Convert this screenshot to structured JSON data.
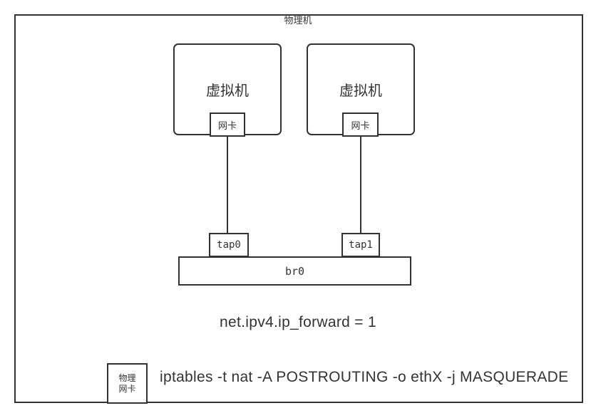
{
  "diagram": {
    "host": {
      "label": "物理机"
    },
    "vm1": {
      "label": "虚拟机",
      "nic_label": "网卡"
    },
    "vm2": {
      "label": "虚拟机",
      "nic_label": "网卡"
    },
    "tap0": {
      "label": "tap0"
    },
    "tap1": {
      "label": "tap1"
    },
    "bridge": {
      "label": "br0"
    },
    "sysctl": {
      "text": "net.ipv4.ip_forward = 1"
    },
    "phys_nic": {
      "label_line1": "物理",
      "label_line2": "网卡"
    },
    "iptables": {
      "text": "iptables -t nat -A POSTROUTING -o ethX -j MASQUERADE"
    },
    "colors": {
      "stroke": "#333333",
      "text": "#333333",
      "background": "#ffffff"
    }
  }
}
